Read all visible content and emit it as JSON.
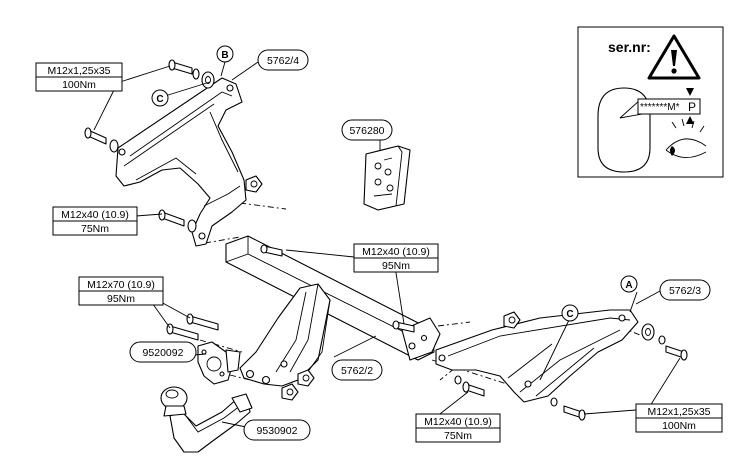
{
  "labels": {
    "bolt_top_left": {
      "spec": "M12x1,25x35",
      "torque": "100Nm"
    },
    "bolt_mid_left": {
      "spec": "M12x40 (10.9)",
      "torque": "75Nm"
    },
    "bolt_low_left": {
      "spec": "M12x70 (10.9)",
      "torque": "95Nm"
    },
    "bolt_center": {
      "spec": "M12x40 (10.9)",
      "torque": "95Nm"
    },
    "bolt_bottom": {
      "spec": "M12x40 (10.9)",
      "torque": "75Nm"
    },
    "bolt_right": {
      "spec": "M12x1,25x35",
      "torque": "100Nm"
    }
  },
  "part_numbers": {
    "bracket_left": "5762/4",
    "bracket_right": "5762/3",
    "crossbar": "5762/2",
    "kit_bag": "576280",
    "socket_plate": "9520092",
    "tow_ball": "9530902"
  },
  "markers": {
    "b": "B",
    "c_left": "C",
    "c_right": "C",
    "a": "A"
  },
  "serial_panel": {
    "title": "ser.nr:",
    "code_text": "*******M*",
    "letter": "P"
  }
}
